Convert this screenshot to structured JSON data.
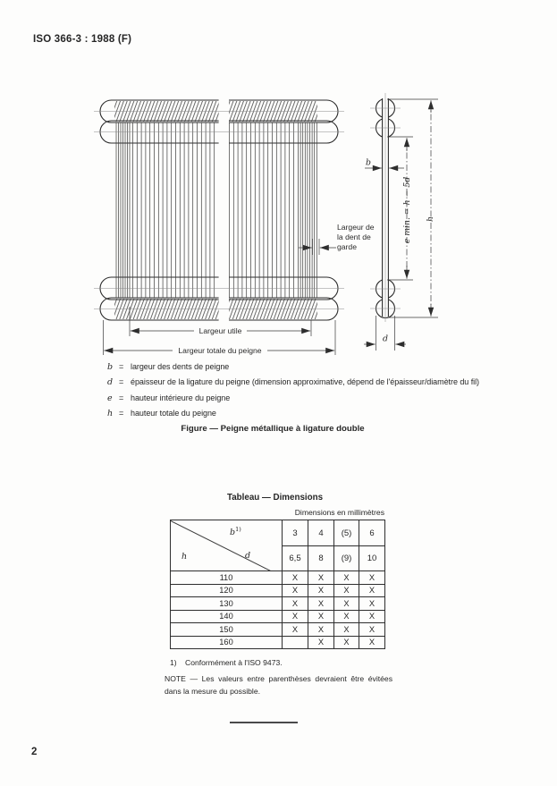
{
  "page": {
    "header": "ISO 366-3 : 1988 (F)",
    "page_number": "2"
  },
  "figure": {
    "caption": "Figure  —  Peigne métallique à ligature double",
    "labels": {
      "guard_line1": "Largeur de",
      "guard_line2": "la dent de",
      "guard_line3": "garde",
      "largeur_utile": "Largeur utile",
      "largeur_totale": "Largeur totale du peigne",
      "b": "b",
      "d": "d",
      "h": "h",
      "e_min": "e min. = h − 5d"
    },
    "legend": [
      {
        "symbol": "b",
        "eq": "=",
        "text": "largeur des dents de peigne"
      },
      {
        "symbol": "d",
        "eq": "=",
        "text": "épaisseur de la ligature du peigne (dimension approximative, dépend de l'épaisseur/diamètre du fil)"
      },
      {
        "symbol": "e",
        "eq": "=",
        "text": "hauteur intérieure du peigne"
      },
      {
        "symbol": "h",
        "eq": "=",
        "text": "hauteur totale du peigne"
      }
    ]
  },
  "table": {
    "title": "Tableau  —  Dimensions",
    "units_note": "Dimensions en millimètres",
    "corner": {
      "b": "b",
      "b_sup": "1)",
      "d": "d",
      "h": "h"
    },
    "b_values": [
      "3",
      "4",
      "(5)",
      "6"
    ],
    "d_values": [
      "6,5",
      "8",
      "(9)",
      "10"
    ],
    "rows": [
      {
        "h": "110",
        "marks": [
          "X",
          "X",
          "X",
          "X"
        ]
      },
      {
        "h": "120",
        "marks": [
          "X",
          "X",
          "X",
          "X"
        ]
      },
      {
        "h": "130",
        "marks": [
          "X",
          "X",
          "X",
          "X"
        ]
      },
      {
        "h": "140",
        "marks": [
          "X",
          "X",
          "X",
          "X"
        ]
      },
      {
        "h": "150",
        "marks": [
          "X",
          "X",
          "X",
          "X"
        ]
      },
      {
        "h": "160",
        "marks": [
          "",
          "X",
          "X",
          "X"
        ]
      }
    ],
    "footnote_marker": "1)",
    "footnote_text": "Conformément à l'ISO 9473.",
    "note": "NOTE — Les valeurs entre parenthèses devraient être évitées dans la mesure du possible."
  }
}
